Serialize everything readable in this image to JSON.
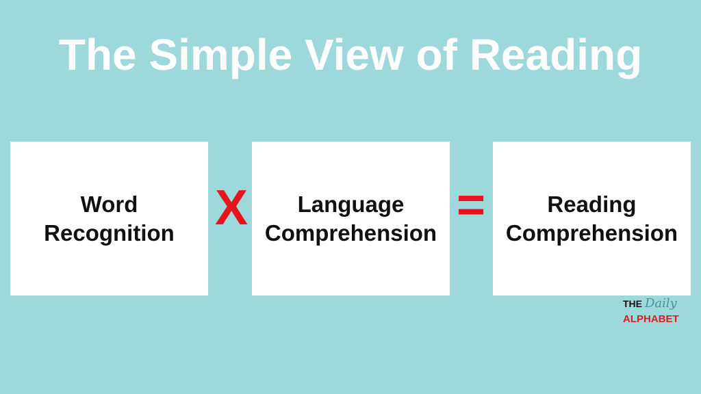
{
  "title": "The Simple View of Reading",
  "boxes": [
    {
      "line1": "Word",
      "line2": "Recognition"
    },
    {
      "line1": "Language",
      "line2": "Comprehension"
    },
    {
      "line1": "Reading",
      "line2": "Comprehension"
    }
  ],
  "operators": {
    "multiply": "X",
    "equals": "="
  },
  "logo": {
    "the": "THE",
    "daily": "Daily",
    "alphabet": "ALPHABET"
  },
  "colors": {
    "background": "#9dd8da",
    "operator": "#e8141b",
    "box": "#ffffff"
  }
}
